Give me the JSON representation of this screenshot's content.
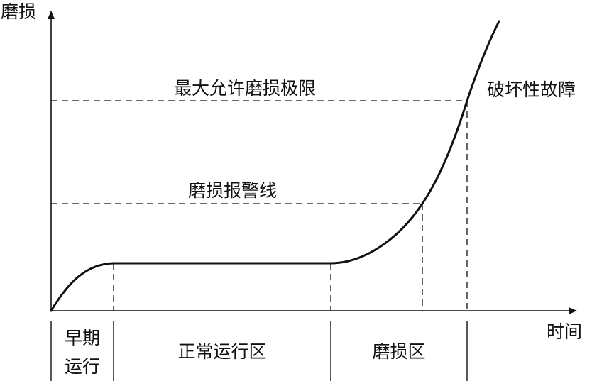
{
  "axes": {
    "y_label": "磨损",
    "x_label": "时间"
  },
  "thresholds": {
    "max_limit_label": "最大允许磨损极限",
    "alarm_label": "磨损报警线",
    "failure_label": "破坏性故障"
  },
  "stages": {
    "early_line1": "早期",
    "early_line2": "运行",
    "normal": "正常运行区",
    "wear": "磨损区"
  },
  "colors": {
    "ink": "#111111",
    "background": "#ffffff"
  }
}
